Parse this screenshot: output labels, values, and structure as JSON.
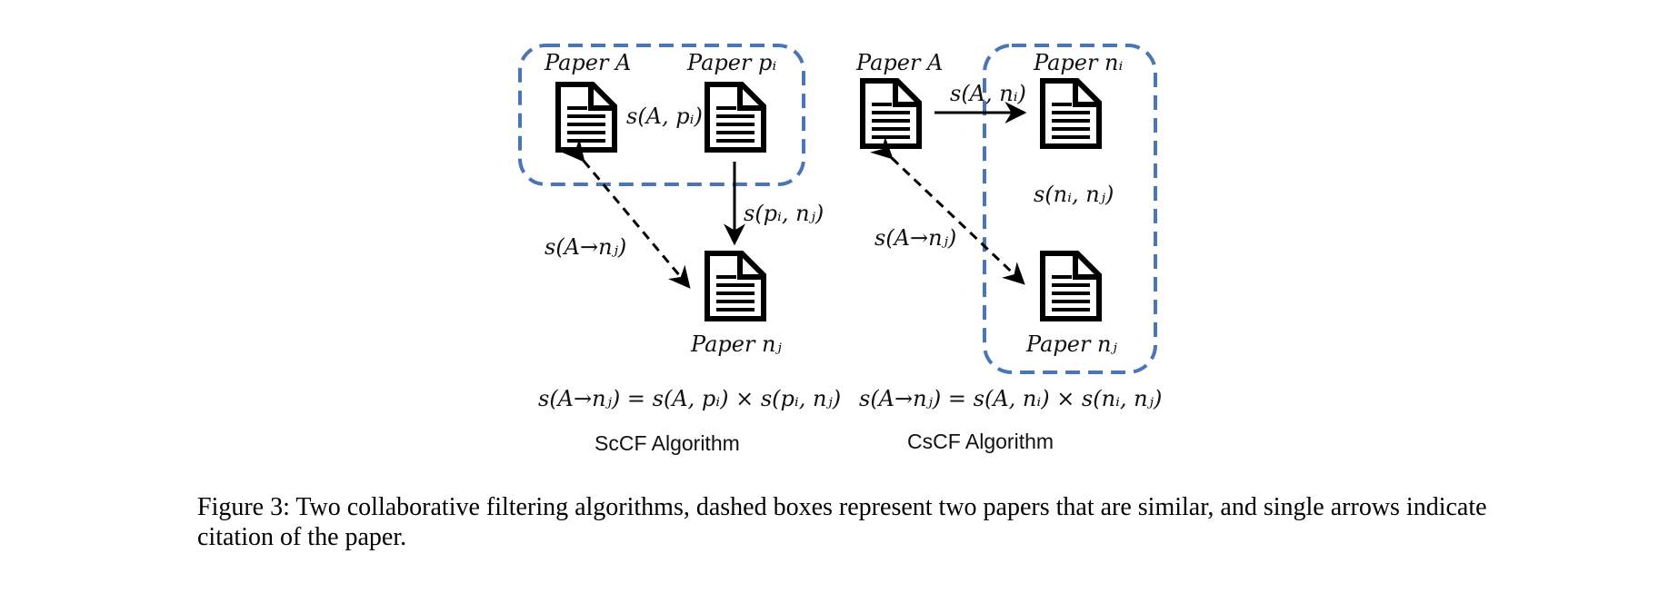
{
  "colors": {
    "dashed_box": "#4a76b8",
    "ink": "#000000"
  },
  "icons": [
    "document-icon"
  ],
  "left_panel": {
    "paper_a": "Paper A",
    "paper_pi": "Paper pᵢ",
    "paper_nj": "Paper nⱼ",
    "edge_a_pi": "s(A, pᵢ)",
    "edge_pi_nj": "s(pᵢ, nⱼ)",
    "edge_a_nj": "s(A→nⱼ)",
    "formula": "s(A→nⱼ) = s(A, pᵢ) × s(pᵢ, nⱼ)",
    "algorithm": "ScCF Algorithm"
  },
  "right_panel": {
    "paper_a": "Paper A",
    "paper_ni": "Paper nᵢ",
    "paper_nj": "Paper nⱼ",
    "edge_a_ni": "s(A, nᵢ)",
    "edge_ni_nj": "s(nᵢ, nⱼ)",
    "edge_a_nj": "s(A→nⱼ)",
    "formula": "s(A→nⱼ) = s(A, nᵢ) × s(nᵢ, nⱼ)",
    "algorithm": "CsCF Algorithm"
  },
  "caption": "Figure 3: Two collaborative filtering algorithms, dashed boxes represent two papers that are similar, and single arrows indicate citation of the paper."
}
